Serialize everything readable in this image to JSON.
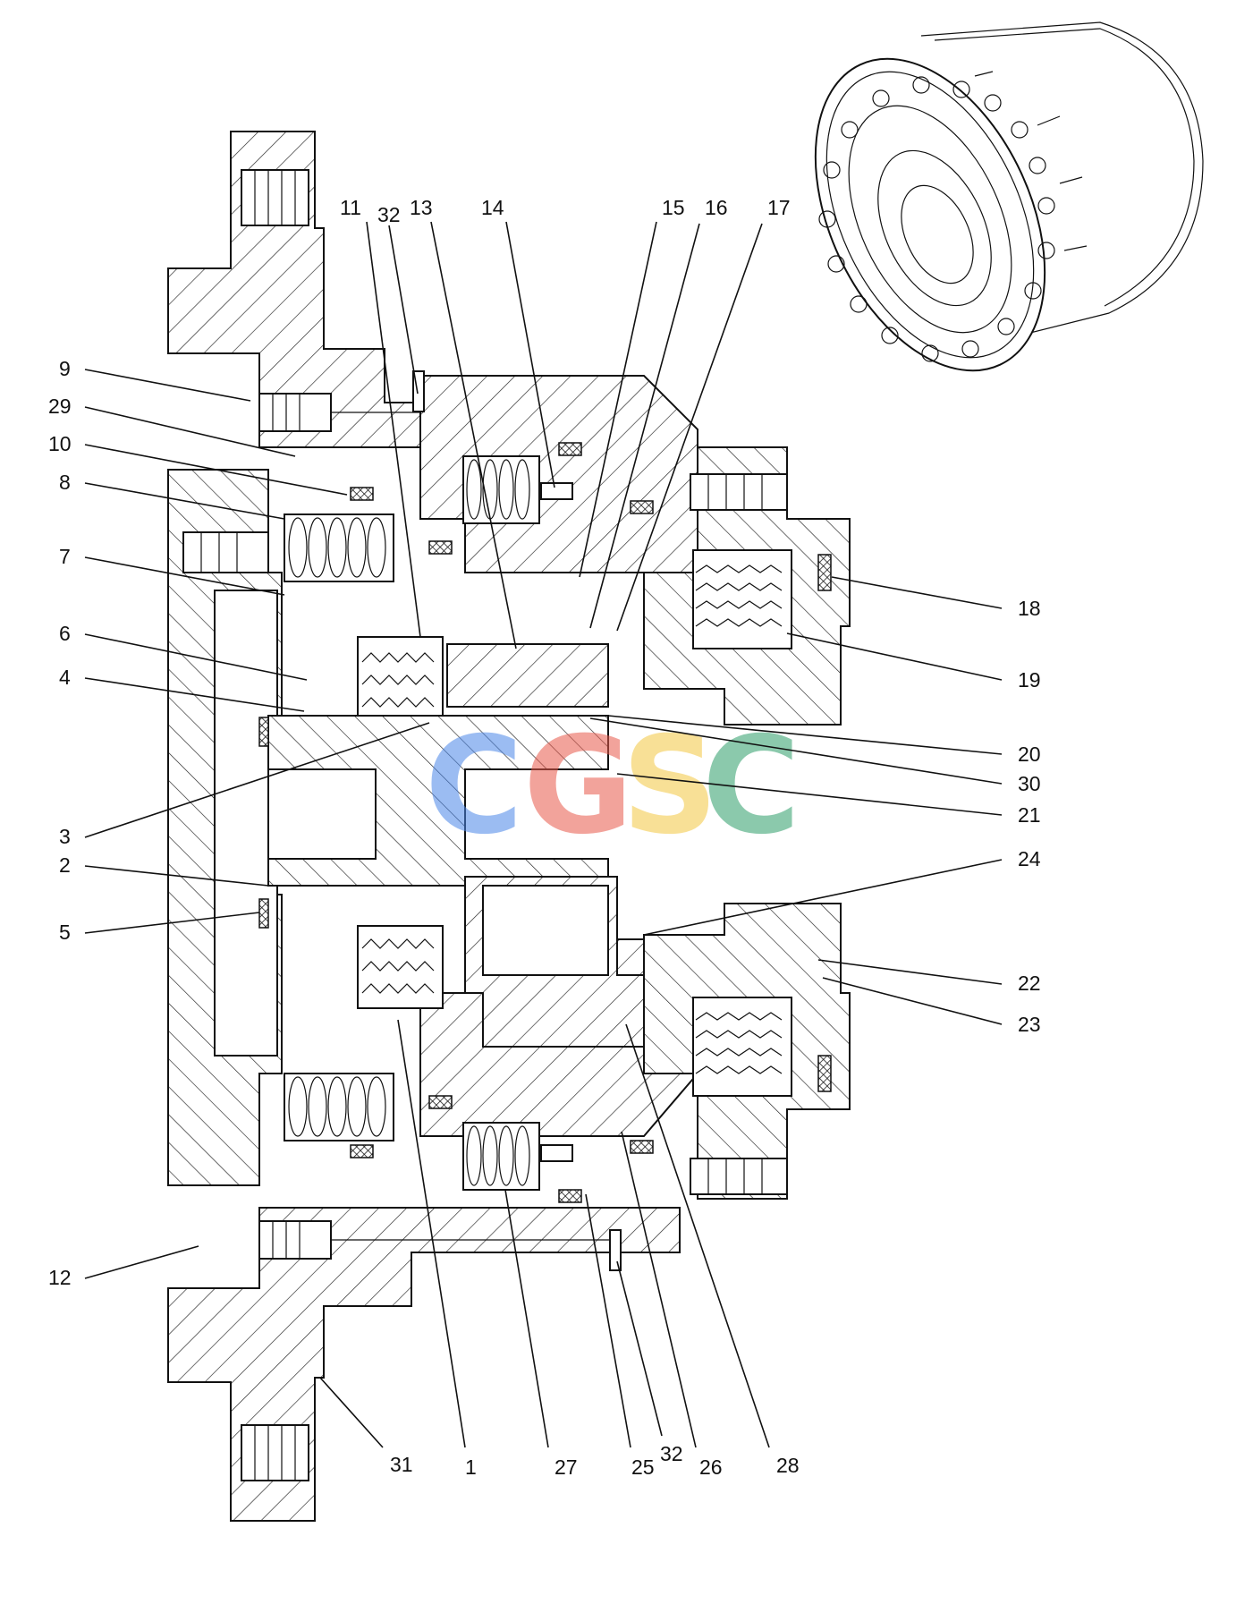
{
  "watermark": {
    "letters": [
      {
        "char": "C",
        "color": "#4a86e8"
      },
      {
        "char": "G",
        "color": "#e8584a"
      },
      {
        "char": "S",
        "color": "#f4c842"
      },
      {
        "char": "C",
        "color": "#2e9e6a"
      }
    ]
  },
  "part_labels": {
    "p9": "9",
    "p29": "29",
    "p10": "10",
    "p8": "8",
    "p7": "7",
    "p6": "6",
    "p4": "4",
    "p3": "3",
    "p2": "2",
    "p5": "5",
    "p12": "12",
    "p11": "11",
    "p32_top": "32",
    "p13": "13",
    "p14": "14",
    "p15": "15",
    "p16": "16",
    "p17": "17",
    "p18": "18",
    "p19": "19",
    "p20": "20",
    "p30": "30",
    "p21": "21",
    "p24": "24",
    "p22": "22",
    "p23": "23",
    "p31": "31",
    "p1": "1",
    "p27": "27",
    "p25": "25",
    "p32_bottom": "32",
    "p26": "26",
    "p28": "28"
  }
}
